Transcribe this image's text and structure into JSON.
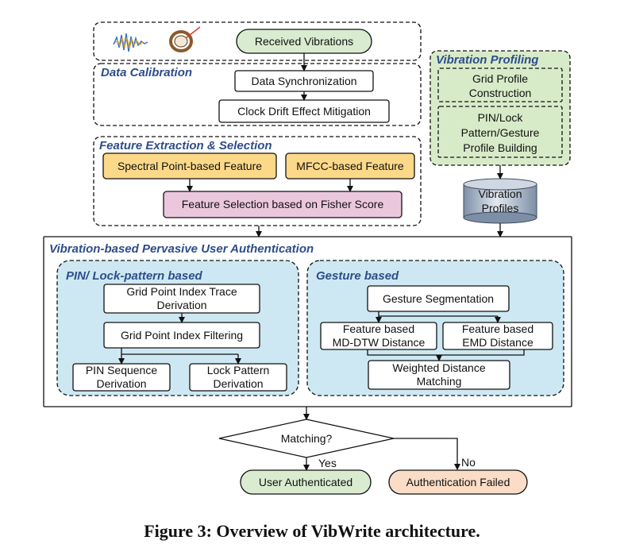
{
  "colors": {
    "received": "#d9ecd0",
    "spectral": "#fcd988",
    "fisher": "#ebc7dd",
    "profiling": "#d8ebc9",
    "pin_group": "#cde8f2",
    "gesture_group": "#cde8f2",
    "auth_ok": "#d9ecd0",
    "auth_fail": "#fbdcc6",
    "heading": "#2e4d8a"
  },
  "icons": [
    "vibration-waveform-icon",
    "smartwatch-ring-icon",
    "database-cylinder-icon"
  ],
  "input": {
    "received": "Received Vibrations"
  },
  "calibration": {
    "heading": "Data Calibration",
    "sync": "Data Synchronization",
    "drift": "Clock Drift Effect Mitigation"
  },
  "features": {
    "heading": "Feature Extraction & Selection",
    "spectral": "Spectral Point-based Feature",
    "mfcc": "MFCC-based Feature",
    "fisher": "Feature Selection based on Fisher Score"
  },
  "profiling": {
    "heading": "Vibration Profiling",
    "grid_line1": "Grid Profile",
    "grid_line2": "Construction",
    "pin_line1": "PIN/Lock",
    "pin_line2": "Pattern/Gesture",
    "pin_line3": "Profile Building",
    "db_line1": "Vibration",
    "db_line2": "Profiles"
  },
  "auth": {
    "heading": "Vibration-based Pervasive User Authentication",
    "pin_heading": "PIN/ Lock-pattern based",
    "trace_line1": "Grid Point Index Trace",
    "trace_line2": "Derivation",
    "filtering": "Grid Point Index Filtering",
    "pinseq_line1": "PIN Sequence",
    "pinseq_line2": "Derivation",
    "lockpat_line1": "Lock Pattern",
    "lockpat_line2": "Derivation",
    "gesture_heading": "Gesture based",
    "segmentation": "Gesture Segmentation",
    "mddtw_line1": "Feature based",
    "mddtw_line2": "MD-DTW Distance",
    "emd_line1": "Feature based",
    "emd_line2": "EMD Distance",
    "weighted_line1": "Weighted Distance",
    "weighted_line2": "Matching"
  },
  "decision": {
    "question": "Matching?",
    "yes": "Yes",
    "no": "No",
    "success": "User Authenticated",
    "failure": "Authentication Failed"
  },
  "caption": "Figure 3: Overview of VibWrite architecture."
}
